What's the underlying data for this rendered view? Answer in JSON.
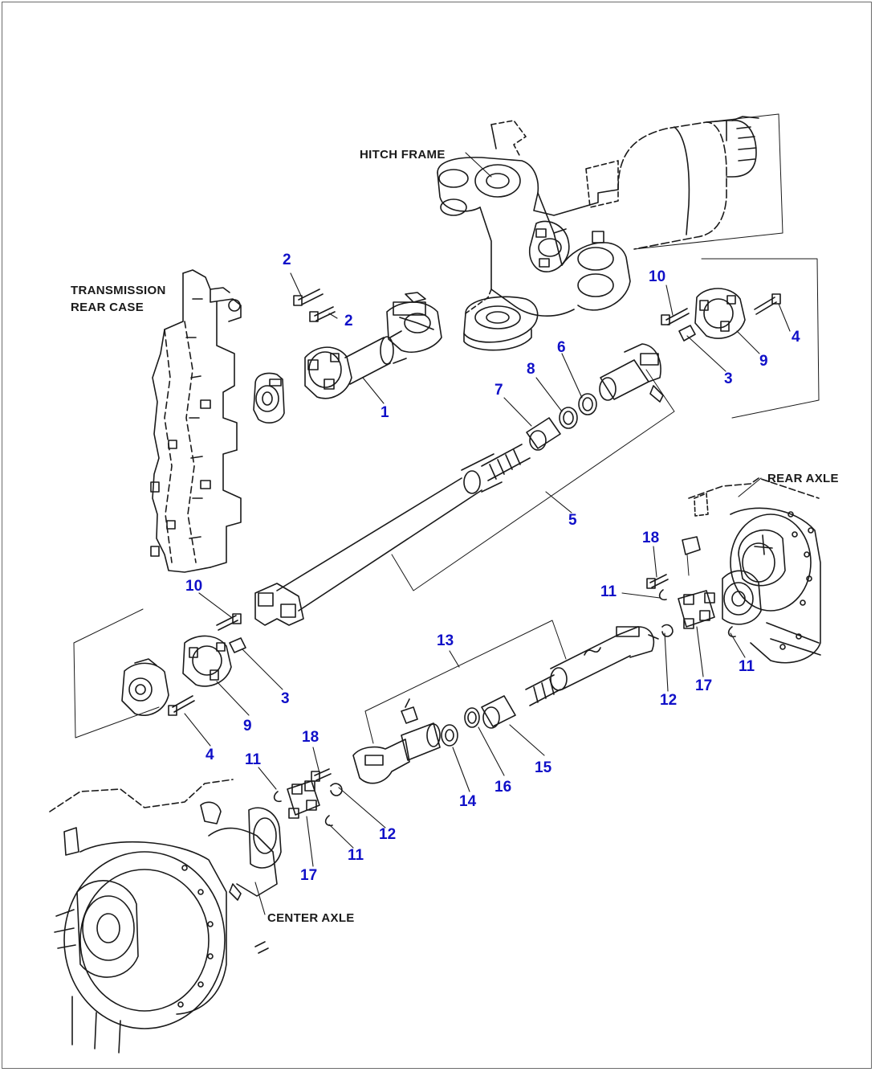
{
  "labels": {
    "hitch_frame": "HITCH FRAME",
    "transmission_line1": "TRANSMISSION",
    "transmission_line2": "REAR CASE",
    "rear_axle": "REAR AXLE",
    "center_axle": "CENTER AXLE"
  },
  "callout_color": "#1010c8",
  "callouts": [
    {
      "id": "c-2a",
      "text": "2"
    },
    {
      "id": "c-2b",
      "text": "2"
    },
    {
      "id": "c-1",
      "text": "1"
    },
    {
      "id": "c-10a",
      "text": "10"
    },
    {
      "id": "c-4a",
      "text": "4"
    },
    {
      "id": "c-9a",
      "text": "9"
    },
    {
      "id": "c-3a",
      "text": "3"
    },
    {
      "id": "c-6",
      "text": "6"
    },
    {
      "id": "c-8",
      "text": "8"
    },
    {
      "id": "c-7",
      "text": "7"
    },
    {
      "id": "c-5",
      "text": "5"
    },
    {
      "id": "c-18a",
      "text": "18"
    },
    {
      "id": "c-11a",
      "text": "11"
    },
    {
      "id": "c-11b",
      "text": "11"
    },
    {
      "id": "c-12a",
      "text": "12"
    },
    {
      "id": "c-17a",
      "text": "17"
    },
    {
      "id": "c-13",
      "text": "13"
    },
    {
      "id": "c-10b",
      "text": "10"
    },
    {
      "id": "c-3b",
      "text": "3"
    },
    {
      "id": "c-9b",
      "text": "9"
    },
    {
      "id": "c-4b",
      "text": "4"
    },
    {
      "id": "c-15",
      "text": "15"
    },
    {
      "id": "c-16",
      "text": "16"
    },
    {
      "id": "c-14",
      "text": "14"
    },
    {
      "id": "c-18b",
      "text": "18"
    },
    {
      "id": "c-11c",
      "text": "11"
    },
    {
      "id": "c-12b",
      "text": "12"
    },
    {
      "id": "c-11d",
      "text": "11"
    },
    {
      "id": "c-17b",
      "text": "17"
    }
  ]
}
